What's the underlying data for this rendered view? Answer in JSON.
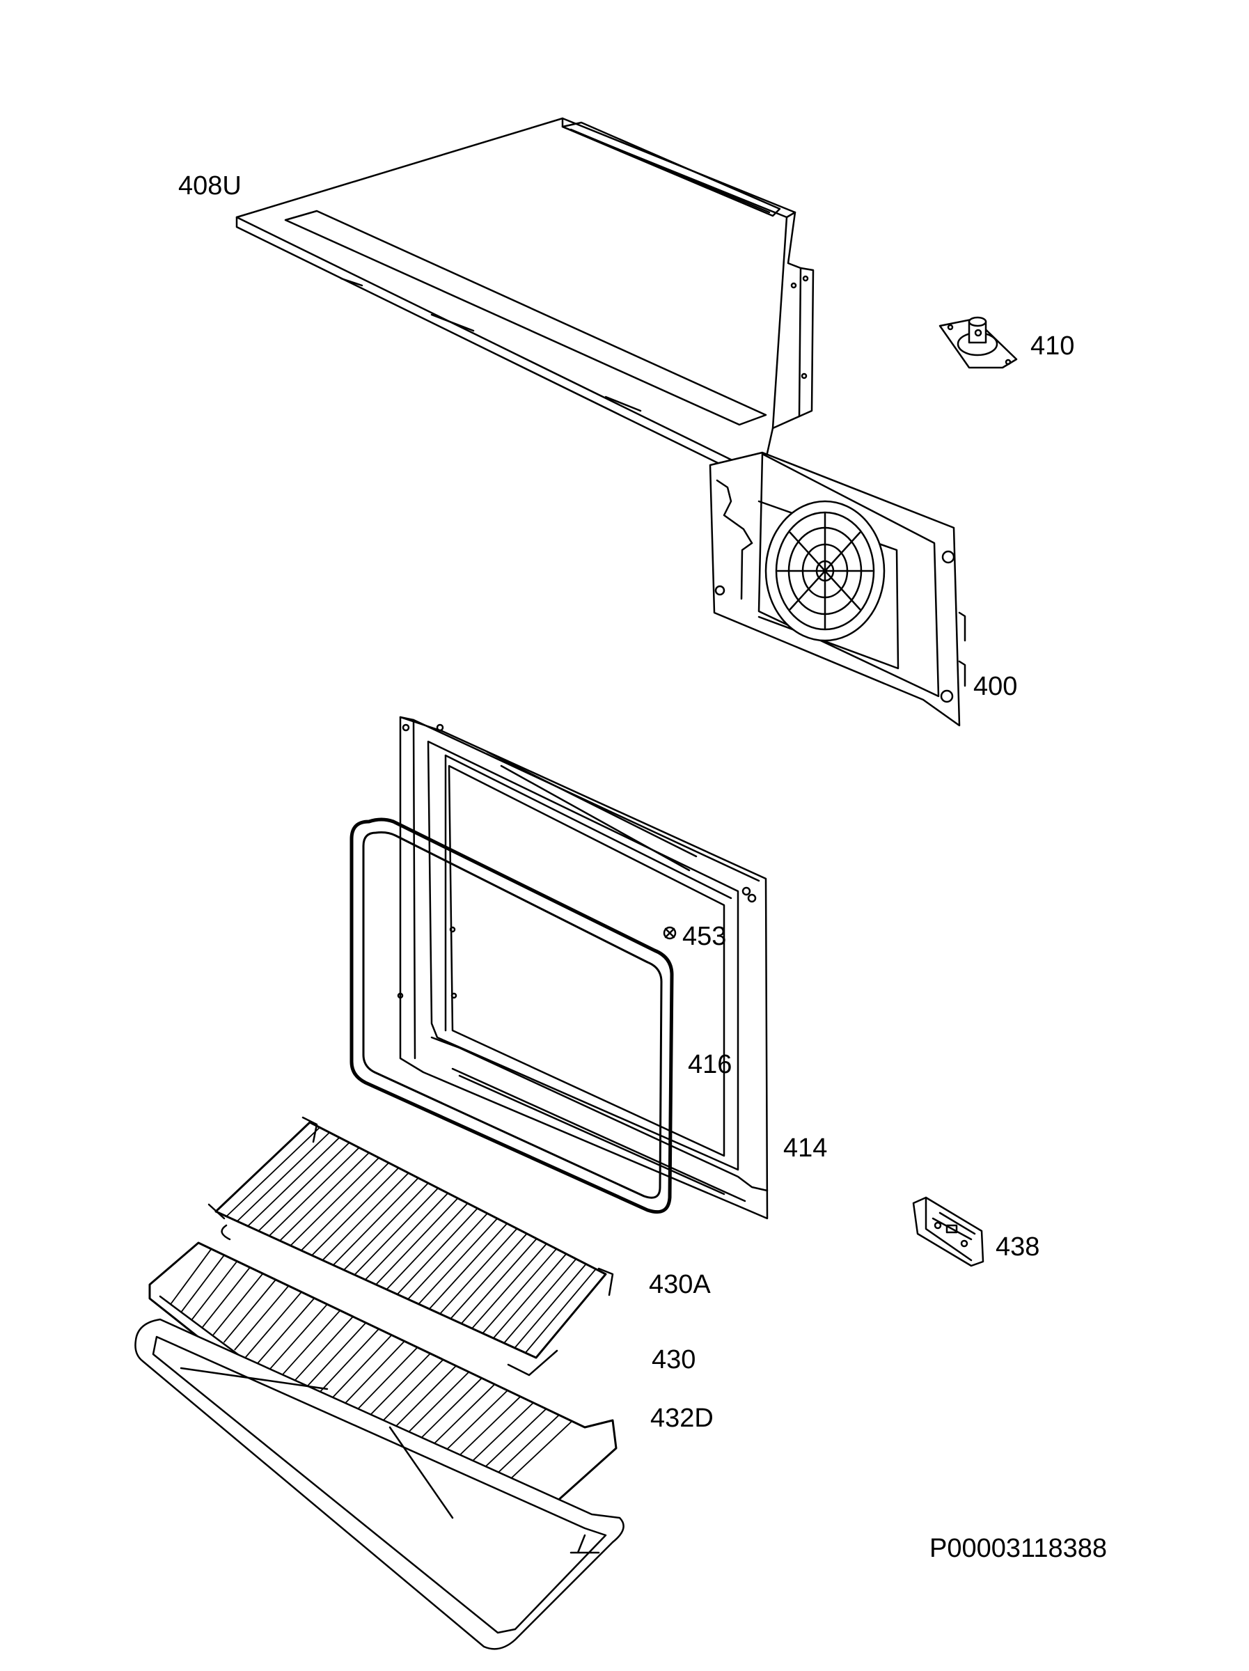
{
  "diagram": {
    "labels": {
      "p408u": "408U",
      "p410": "410",
      "p400": "400",
      "p453": "453",
      "p416": "416",
      "p414": "414",
      "p438": "438",
      "p430a": "430A",
      "p430": "430",
      "p432d": "432D"
    },
    "document_id": "P00003118388"
  },
  "colors": {
    "line": "#000000",
    "background": "#ffffff"
  }
}
